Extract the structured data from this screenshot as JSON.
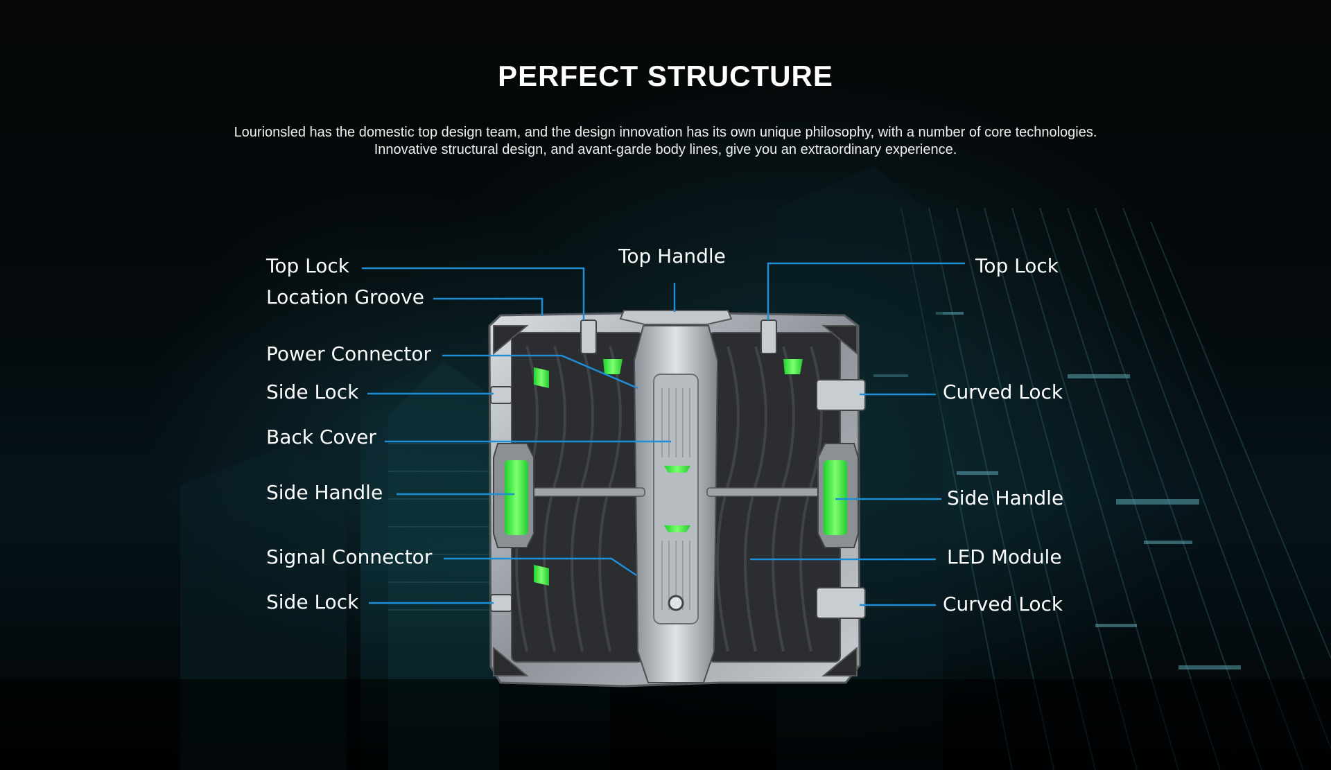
{
  "header": {
    "title": "PERFECT STRUCTURE",
    "intro_line_1": "Lourionsled has the domestic top design team, and the design innovation has its own unique philosophy, with a number of core technologies.",
    "intro_line_2": "Innovative structural design, and avant-garde body lines, give you an extraordinary experience."
  },
  "callouts": {
    "top_lock_left": "Top Lock",
    "location_groove": "Location Groove",
    "power_connector": "Power Connector",
    "side_lock_upper": "Side Lock",
    "back_cover": "Back Cover",
    "side_handle_left": "Side Handle",
    "signal_connector": "Signal Connector",
    "side_lock_lower": "Side Lock",
    "top_handle": "Top Handle",
    "top_lock_right": "Top Lock",
    "curved_lock_upper": "Curved Lock",
    "side_handle_right": "Side Handle",
    "led_module": "LED Module",
    "curved_lock_lower": "Curved Lock"
  },
  "colors": {
    "background": "#000000",
    "leader_line": "#1e8fd6",
    "accent_green": "#3cf04a",
    "frame_silver": "#b9bec3",
    "text": "#ffffff"
  }
}
